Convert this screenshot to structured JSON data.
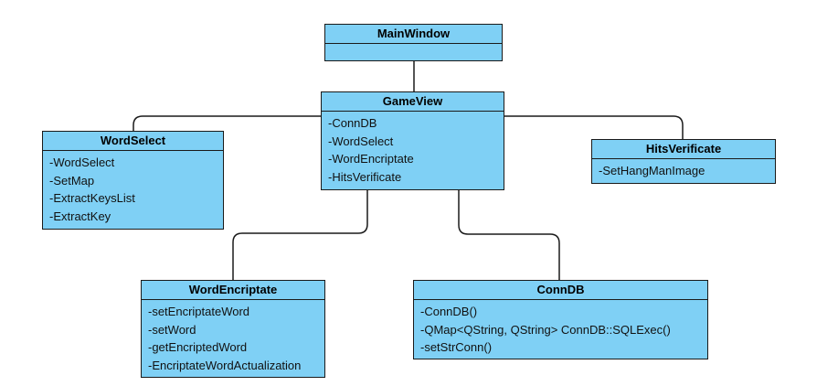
{
  "diagram": {
    "colors": {
      "class_fill": "#7fd0f5",
      "stroke": "#1a1a1a"
    },
    "classes": {
      "main_window": {
        "name": "MainWindow",
        "members": []
      },
      "game_view": {
        "name": "GameView",
        "members": [
          "-ConnDB",
          "-WordSelect",
          "-WordEncriptate",
          "-HitsVerificate"
        ]
      },
      "word_select": {
        "name": "WordSelect",
        "members": [
          "-WordSelect",
          "-SetMap",
          "-ExtractKeysList",
          "-ExtractKey"
        ]
      },
      "hits_verificate": {
        "name": "HitsVerificate",
        "members": [
          "-SetHangManImage"
        ]
      },
      "word_encriptate": {
        "name": "WordEncriptate",
        "members": [
          "-setEncriptateWord",
          "-setWord",
          "-getEncriptedWord",
          "-EncriptateWordActualization"
        ]
      },
      "conn_db": {
        "name": "ConnDB",
        "members": [
          "-ConnDB()",
          "-QMap<QString, QString> ConnDB::SQLExec()",
          "-setStrConn()"
        ]
      }
    },
    "connections": [
      {
        "from": "MainWindow",
        "to": "GameView"
      },
      {
        "from": "GameView",
        "to": "WordSelect"
      },
      {
        "from": "GameView",
        "to": "HitsVerificate"
      },
      {
        "from": "GameView",
        "to": "WordEncriptate"
      },
      {
        "from": "GameView",
        "to": "ConnDB"
      }
    ]
  }
}
